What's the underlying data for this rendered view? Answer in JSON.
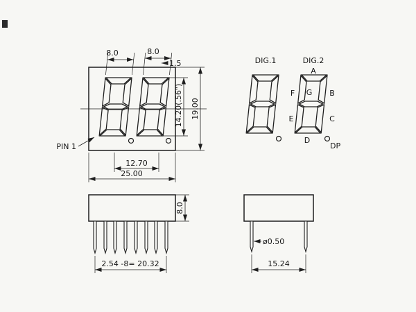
{
  "drawing": {
    "front": {
      "dim_digit1_width": "8.0",
      "dim_digit2_width": "8.0",
      "dim_segment": "1.5",
      "dim_digit_height": "14.20(.56\")",
      "dim_overall_height": "19.00",
      "dim_dp_pitch": "12.70",
      "dim_overall_width": "25.00",
      "pin1": "PIN 1"
    },
    "segments": {
      "dig1": "DIG.1",
      "dig2": "DIG.2",
      "a": "A",
      "b": "B",
      "c": "C",
      "d": "D",
      "e": "E",
      "f": "F",
      "g": "G",
      "dp": "DP"
    },
    "side": {
      "dim_thickness": "8.0",
      "dim_pin_row": "2.54 -8= 20.32"
    },
    "end": {
      "dim_pin_dia": "ø0.50",
      "dim_pin_span": "15.24"
    }
  }
}
